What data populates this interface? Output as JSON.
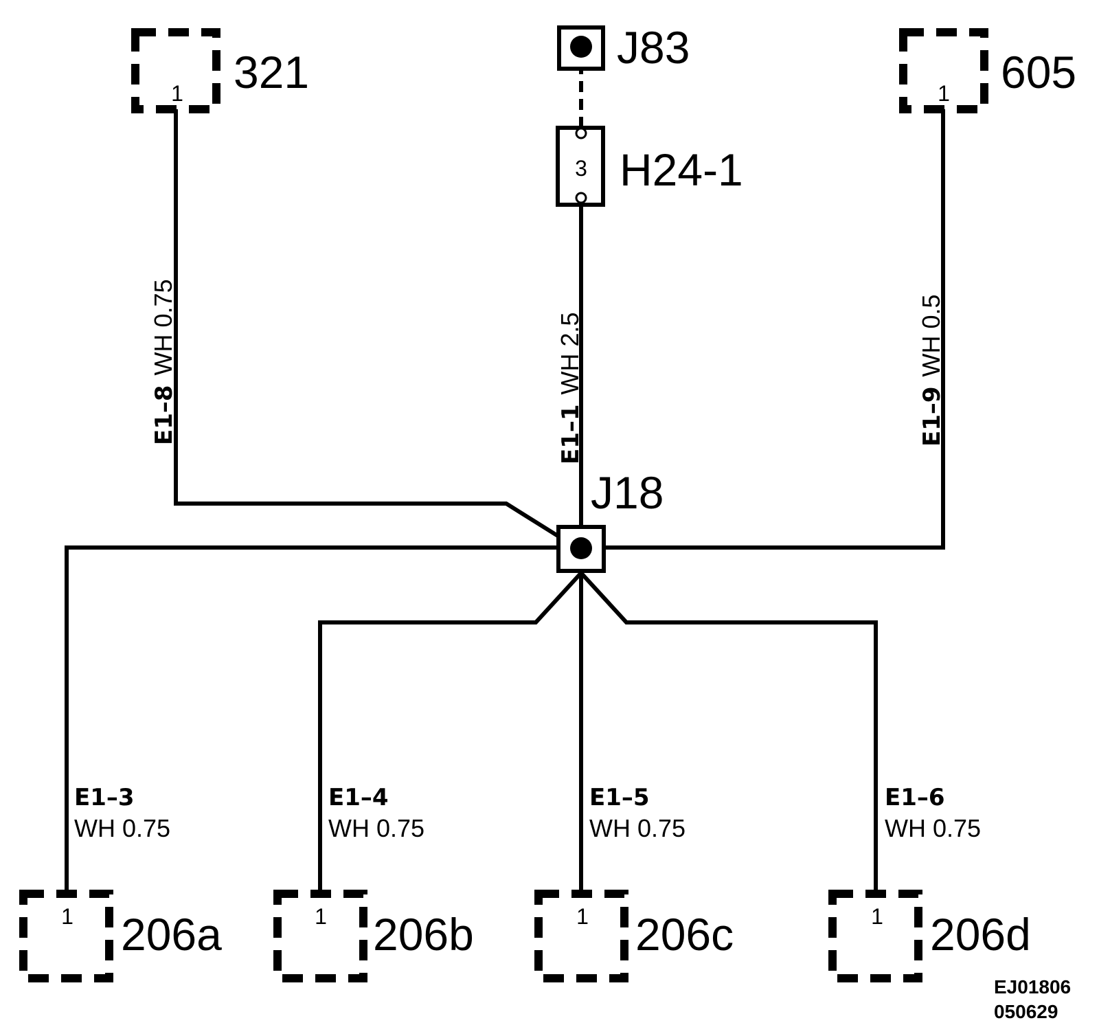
{
  "components": {
    "c321": {
      "label": "321",
      "pin": "1"
    },
    "c605": {
      "label": "605",
      "pin": "1"
    },
    "j83": {
      "label": "J83"
    },
    "h24": {
      "label": "H24-1",
      "pin": "3"
    },
    "j18": {
      "label": "J18"
    },
    "c206a": {
      "label": "206a",
      "pin": "1"
    },
    "c206b": {
      "label": "206b",
      "pin": "1"
    },
    "c206c": {
      "label": "206c",
      "pin": "1"
    },
    "c206d": {
      "label": "206d",
      "pin": "1"
    }
  },
  "wires": {
    "e1_8": {
      "code": "E1–8",
      "spec": "WH 0.75"
    },
    "e1_1": {
      "code": "E1–1",
      "spec": "WH 2.5"
    },
    "e1_9": {
      "code": "E1–9",
      "spec": "WH 0.5"
    },
    "e1_3": {
      "code": "E1–3",
      "spec": "WH 0.75"
    },
    "e1_4": {
      "code": "E1–4",
      "spec": "WH 0.75"
    },
    "e1_5": {
      "code": "E1–5",
      "spec": "WH 0.75"
    },
    "e1_6": {
      "code": "E1–6",
      "spec": "WH 0.75"
    }
  },
  "reference": {
    "line1": "EJ01806",
    "line2": "050629"
  }
}
